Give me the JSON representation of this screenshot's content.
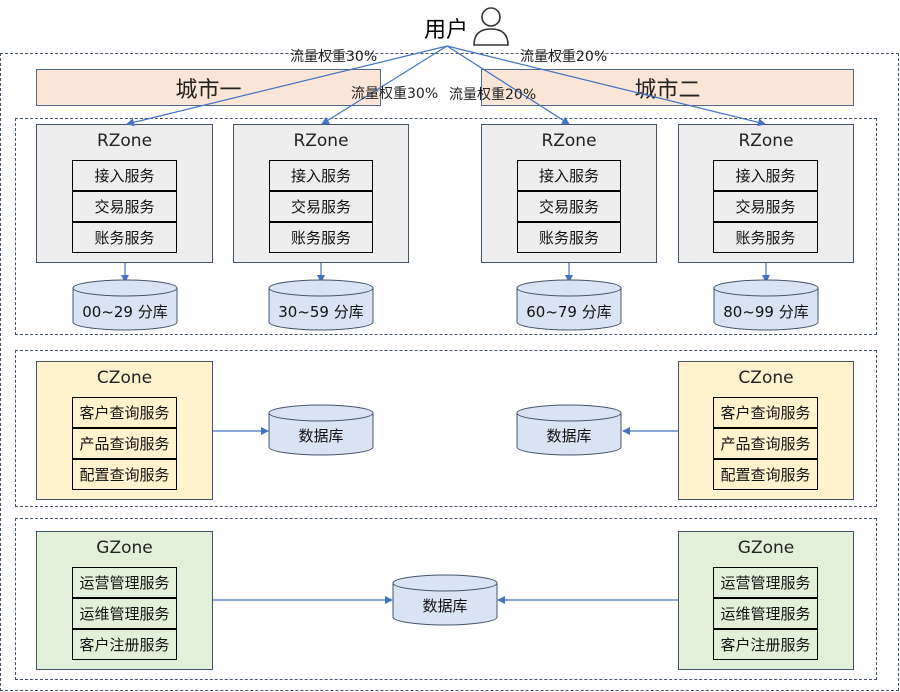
{
  "user": {
    "label": "用户",
    "icon": "user-icon"
  },
  "traffic_labels": [
    "流量权重30%",
    "流量权重30%",
    "流量权重20%",
    "流量权重20%"
  ],
  "cities": [
    "城市一",
    "城市二"
  ],
  "rzones": [
    {
      "title": "RZone",
      "services": [
        "接入服务",
        "交易服务",
        "账务服务"
      ],
      "db": "00~29 分库"
    },
    {
      "title": "RZone",
      "services": [
        "接入服务",
        "交易服务",
        "账务服务"
      ],
      "db": "30~59 分库"
    },
    {
      "title": "RZone",
      "services": [
        "接入服务",
        "交易服务",
        "账务服务"
      ],
      "db": "60~79 分库"
    },
    {
      "title": "RZone",
      "services": [
        "接入服务",
        "交易服务",
        "账务服务"
      ],
      "db": "80~99 分库"
    }
  ],
  "czones": [
    {
      "title": "CZone",
      "services": [
        "客户查询服务",
        "产品查询服务",
        "配置查询服务"
      ],
      "db": "数据库"
    },
    {
      "title": "CZone",
      "services": [
        "客户查询服务",
        "产品查询服务",
        "配置查询服务"
      ],
      "db": "数据库"
    }
  ],
  "gzones": [
    {
      "title": "GZone",
      "services": [
        "运营管理服务",
        "运维管理服务",
        "客户注册服务"
      ]
    },
    {
      "title": "GZone",
      "services": [
        "运营管理服务",
        "运维管理服务",
        "客户注册服务"
      ]
    }
  ],
  "gzone_db": "数据库",
  "colors": {
    "city_fill": "#fbe5d6",
    "rzone_fill": "#ededed",
    "czone_fill": "#fff2cc",
    "gzone_fill": "#e2f0d9",
    "db_fill": "#dae3f3",
    "arrow": "#4472c4"
  }
}
